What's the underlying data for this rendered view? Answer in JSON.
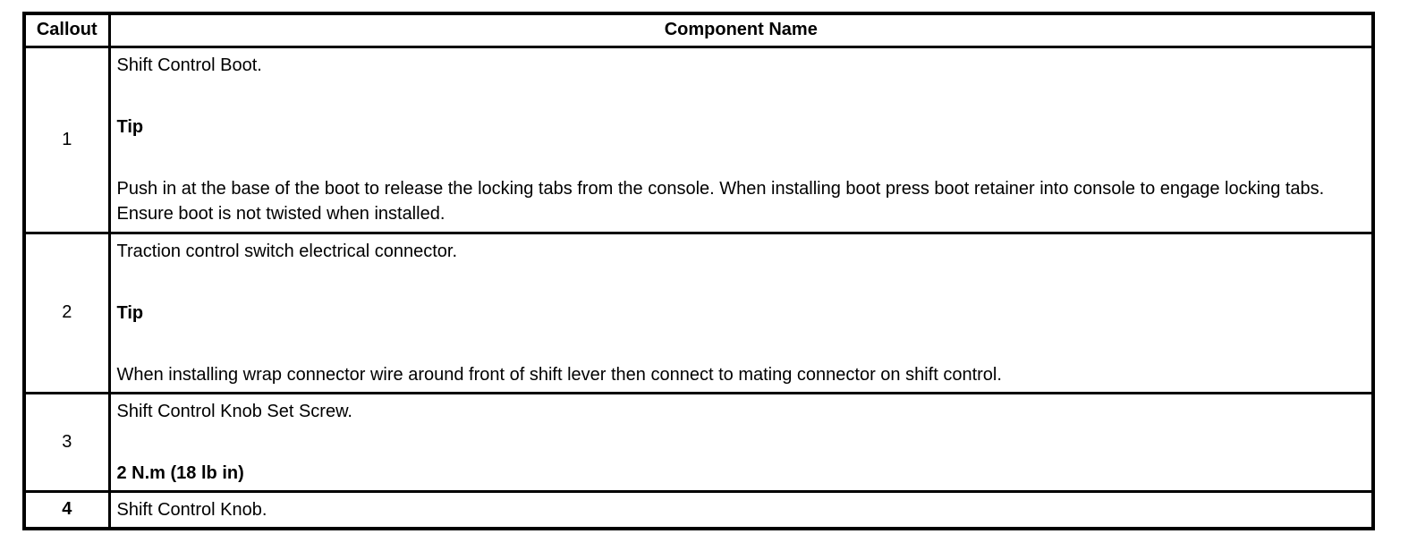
{
  "table": {
    "headers": {
      "callout": "Callout",
      "component": "Component Name"
    },
    "rows": [
      {
        "callout": "1",
        "callout_bold": false,
        "paragraphs": [
          {
            "text": "Shift Control Boot.",
            "bold": false
          },
          {
            "text": "Tip",
            "bold": true
          },
          {
            "text": "Push in at the base of the boot to release the locking tabs from the console. When installing boot press boot retainer into console to engage locking tabs. Ensure boot is not twisted when installed.",
            "bold": false
          }
        ]
      },
      {
        "callout": "2",
        "callout_bold": false,
        "paragraphs": [
          {
            "text": "Traction control switch electrical connector.",
            "bold": false
          },
          {
            "text": "Tip",
            "bold": true
          },
          {
            "text": "When installing wrap connector wire around front of shift lever then connect to mating connector on shift control.",
            "bold": false
          }
        ]
      },
      {
        "callout": "3",
        "callout_bold": false,
        "paragraphs": [
          {
            "text": "Shift Control Knob Set Screw.",
            "bold": false
          },
          {
            "text": "2 N.m (18 lb in)",
            "bold": true
          }
        ]
      },
      {
        "callout": "4",
        "callout_bold": true,
        "paragraphs": [
          {
            "text": "Shift Control Knob.",
            "bold": false
          }
        ]
      }
    ],
    "text_color": "#000000",
    "border_color": "#000000",
    "background_color": "#ffffff"
  }
}
